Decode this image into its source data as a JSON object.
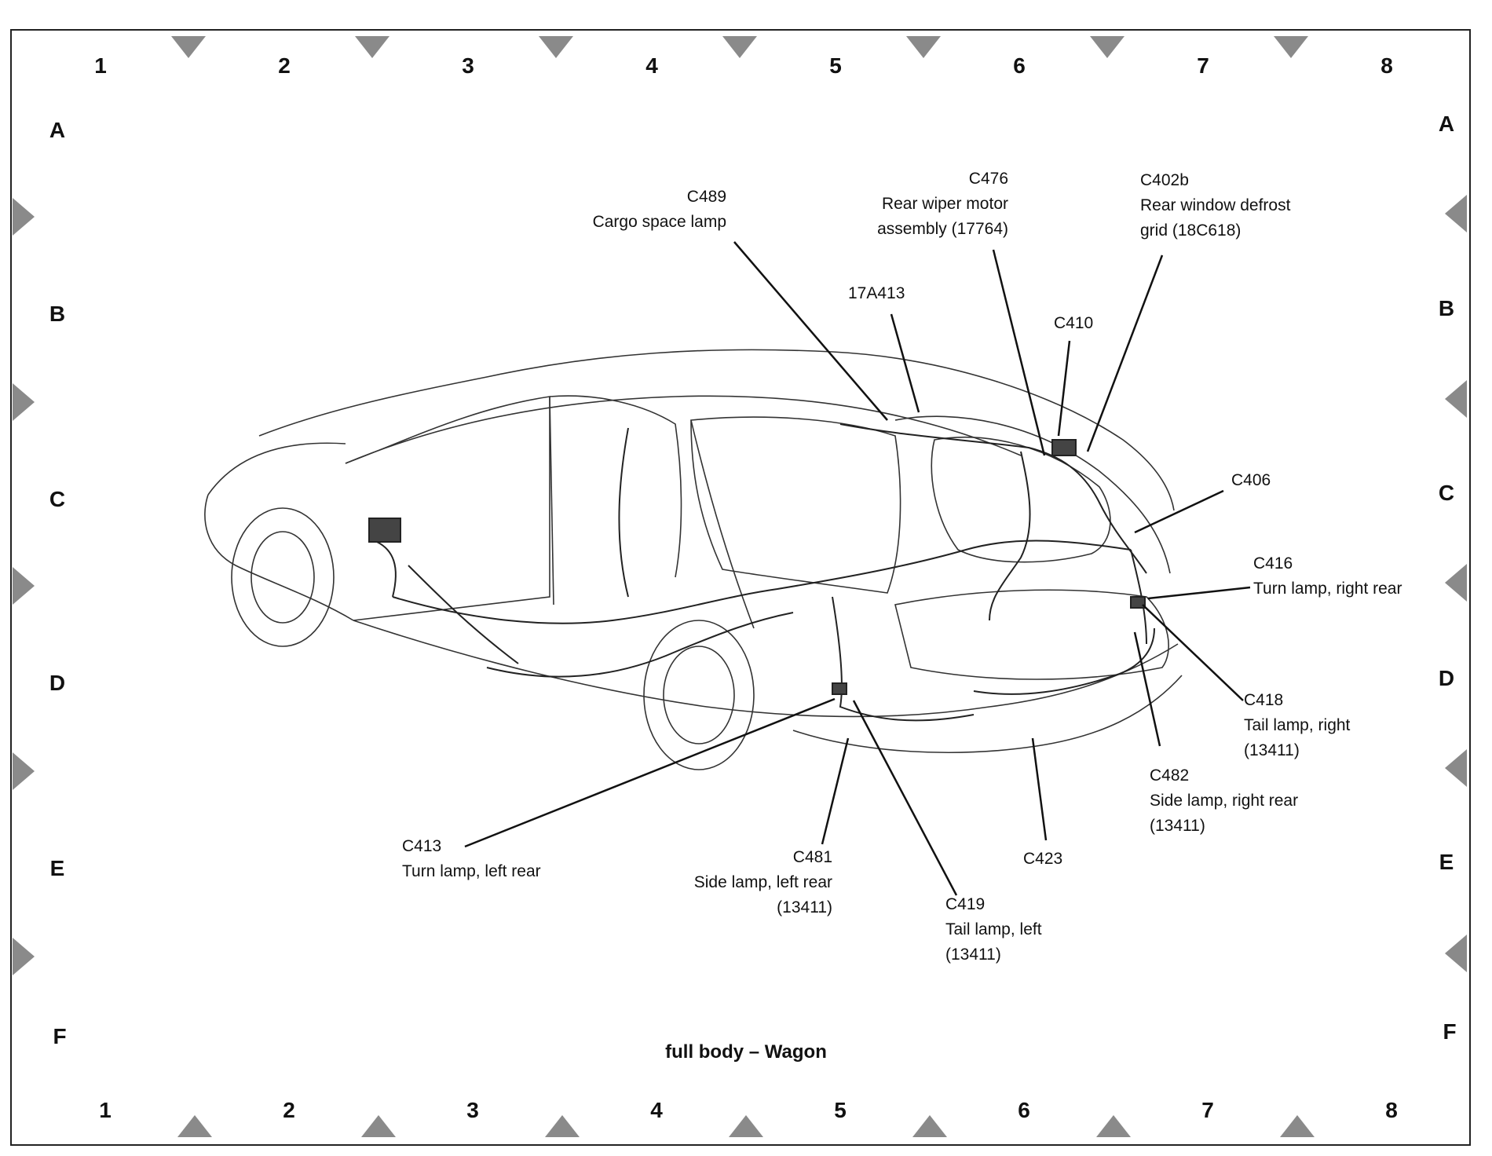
{
  "grid": {
    "columns": [
      "1",
      "2",
      "3",
      "4",
      "5",
      "6",
      "7",
      "8"
    ],
    "rows": [
      "A",
      "B",
      "C",
      "D",
      "E",
      "F"
    ]
  },
  "callouts": {
    "c489": {
      "id": "C489",
      "desc": "Cargo space lamp"
    },
    "c476": {
      "id": "C476",
      "desc1": "Rear wiper motor",
      "desc2": "assembly (17764)"
    },
    "c402b": {
      "id": "C402b",
      "desc1": "Rear window defrost",
      "desc2": "grid (18C618)"
    },
    "p17a413": {
      "id": "17A413"
    },
    "c410": {
      "id": "C410"
    },
    "c406": {
      "id": "C406"
    },
    "c416": {
      "id": "C416",
      "desc": "Turn lamp, right rear"
    },
    "c418": {
      "id": "C418",
      "desc1": "Tail lamp, right",
      "desc2": "(13411)"
    },
    "c482": {
      "id": "C482",
      "desc1": "Side lamp, right rear",
      "desc2": "(13411)"
    },
    "c413": {
      "id": "C413",
      "desc": "Turn lamp, left rear"
    },
    "c481": {
      "id": "C481",
      "desc1": "Side lamp, left rear",
      "desc2": "(13411)"
    },
    "c419": {
      "id": "C419",
      "desc1": "Tail lamp, left",
      "desc2": "(13411)"
    },
    "c423": {
      "id": "C423"
    }
  },
  "caption": "full body – Wagon",
  "colors": {
    "line": "#111111",
    "marker": "#888888",
    "background": "#ffffff"
  }
}
